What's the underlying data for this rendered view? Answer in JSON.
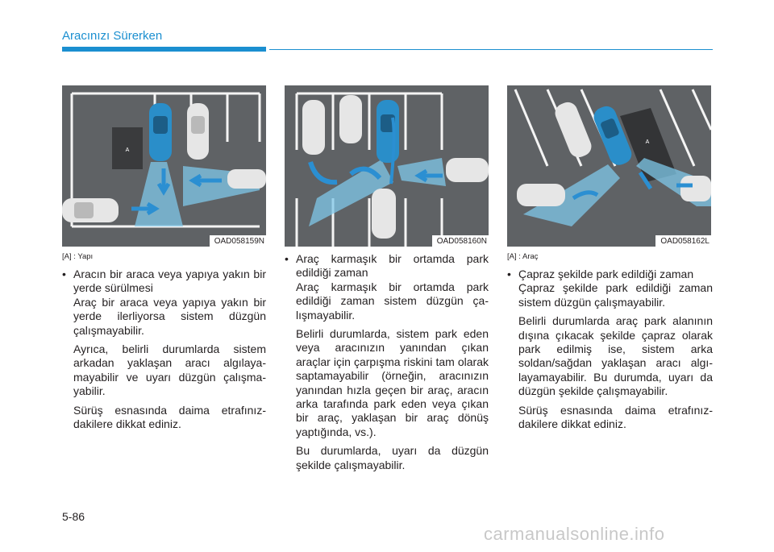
{
  "header": {
    "title": "Aracınızı Sürerken"
  },
  "figures": [
    {
      "code": "OAD058159N",
      "caption": "[A] : Yapı",
      "marker": "A"
    },
    {
      "code": "OAD058160N",
      "caption": ""
    },
    {
      "code": "OAD058162L",
      "caption": "[A] : Araç",
      "marker": "A"
    }
  ],
  "columns": [
    {
      "bullet": "Aracın bir araca veya yapıya yakın bir yerde sürülmesi",
      "paragraphs": [
        "Araç bir araca veya yapıya yakın bir yerde ilerliyorsa sistem düzgün çalışmayabilir.",
        "Ayrıca, belirli durumlarda sistem arkadan yaklaşan aracı algılaya­mayabilir ve uyarı düzgün çalışma­yabilir.",
        "Sürüş esnasında daima etrafınız­dakilere dikkat ediniz."
      ]
    },
    {
      "bullet": "Araç karmaşık bir ortamda park edildiği zaman",
      "paragraphs": [
        "Araç karmaşık bir ortamda park edildiği zaman sistem düzgün ça­lışmayabilir.",
        "Belirli durumlarda, sistem park eden veya aracınızın yanından çıkan araçlar için çarpışma riskini tam olarak saptamayabilir (örne­ğin, aracınızın yanından hızla ge­çen bir araç, aracın arka tarafında park eden veya çıkan bir araç, yak­laşan bir araç dönüş yaptığında, vs.).",
        "Bu durumlarda, uyarı da düzgün şekilde çalışmayabilir."
      ]
    },
    {
      "bullet": "Çapraz şekilde park edildiği zaman",
      "paragraphs": [
        "Çapraz şekilde park edildiği zaman sistem düzgün çalışmayabilir.",
        "Belirli durumlarda araç park alanı­nın dışına çıkacak şekilde çapraz olarak park edilmiş ise, sistem arka soldan/sağdan yaklaşan aracı algı­layamayabilir. Bu durumda, uyarı da düzgün şekilde çalışmayabilir.",
        "Sürüş esnasında daima etrafınız­dakilere dikkat ediniz."
      ]
    }
  ],
  "page": {
    "number": "5-86"
  },
  "watermark": "carmanualsonline.info",
  "colors": {
    "accent": "#1b8fd0",
    "pavement": "#5f6265",
    "sensor": "#7fc8ea",
    "arrow": "#2b8fd2"
  }
}
